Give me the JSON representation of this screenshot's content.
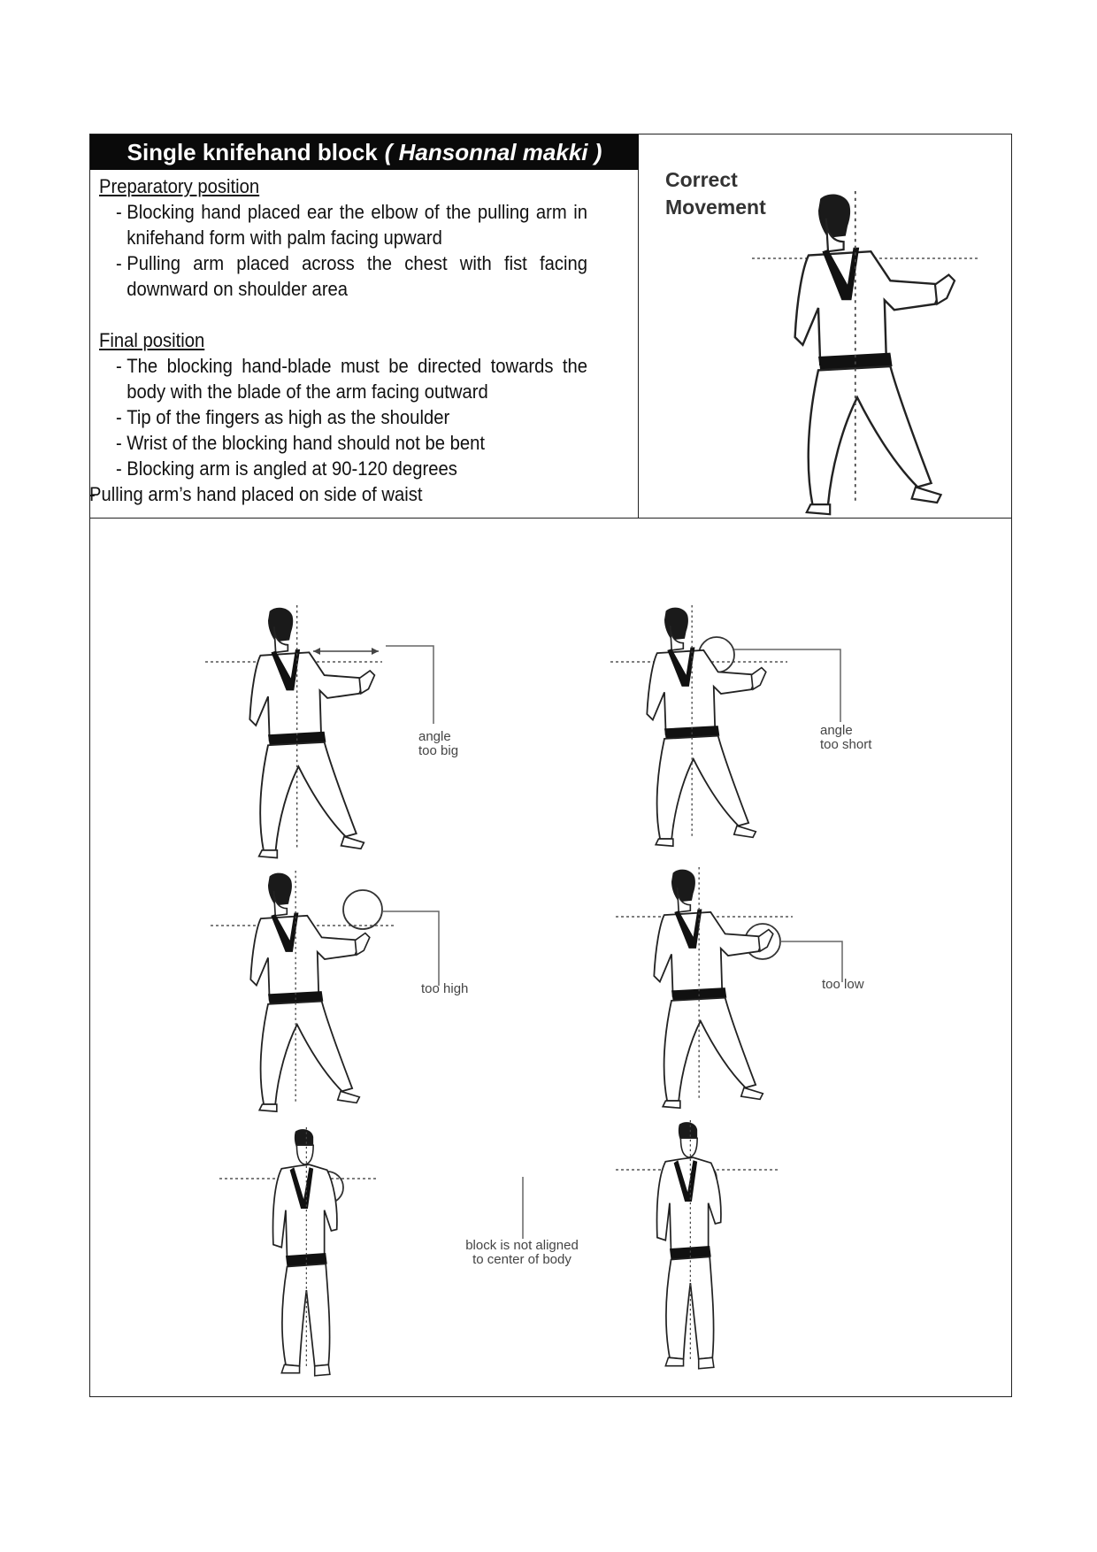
{
  "header": {
    "title_main": "Single knifehand block",
    "title_paren": "( Hansonnal makki )"
  },
  "preparatory": {
    "heading": "Preparatory position",
    "items": [
      "Blocking hand placed ear the elbow of the pulling arm in knifehand form with palm facing upward",
      "Pulling arm placed across the chest with fist facing downward on shoulder area"
    ]
  },
  "final": {
    "heading": "Final position",
    "items": [
      "The blocking hand-blade must be directed towards the body with the blade of the arm facing outward",
      "Tip of the fingers as high as the shoulder",
      "Wrist of the blocking hand should not be bent",
      "Blocking arm is angled at 90-120 degrees",
      "Pulling arm’s hand placed on side of waist"
    ]
  },
  "correct": {
    "line1": "Correct",
    "line2": "Movement"
  },
  "errors": {
    "angle_big": [
      "angle",
      "too big"
    ],
    "angle_short": [
      "angle",
      "too short"
    ],
    "too_high": "too high",
    "too_low": "too low",
    "not_aligned": [
      "block is not aligned",
      "to center of body"
    ]
  },
  "colors": {
    "title_bg": "#0a0a0a",
    "title_fg": "#ffffff",
    "belt": "#111111"
  }
}
